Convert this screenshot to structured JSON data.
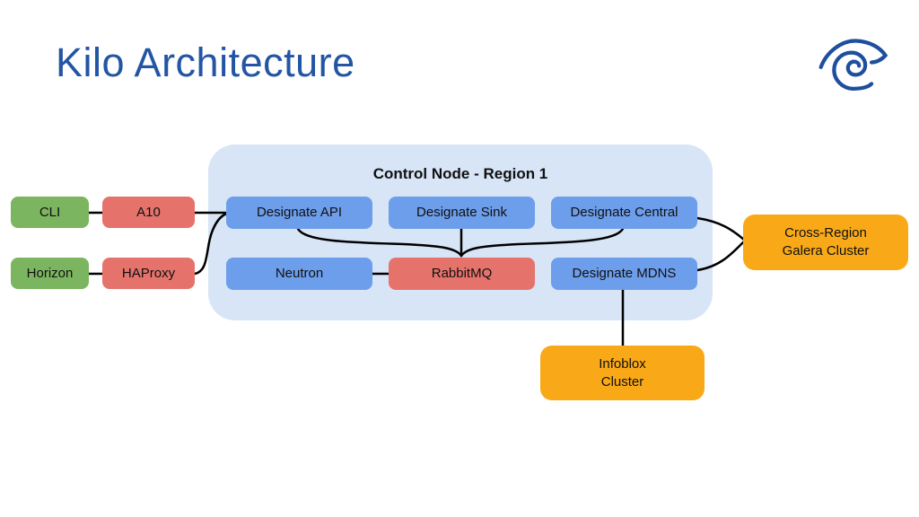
{
  "slide": {
    "title": "Kilo Architecture"
  },
  "logo": {
    "name": "twc-eye-logo",
    "color": "#1E4F9F"
  },
  "colors": {
    "title_text": "#2355A4",
    "container_fill": "#D8E5F6",
    "node_blue": "#6D9EEB",
    "node_green": "#7CB55F",
    "node_red": "#E5736B",
    "node_orange": "#F9A918",
    "edge_line": "#000000",
    "label_text": "#101010"
  },
  "container": {
    "label": "Control Node - Region 1"
  },
  "nodes": {
    "cli": {
      "label": "CLI",
      "color": "green"
    },
    "a10": {
      "label": "A10",
      "color": "red"
    },
    "horizon": {
      "label": "Horizon",
      "color": "green"
    },
    "haproxy": {
      "label": "HAProxy",
      "color": "red"
    },
    "designate_api": {
      "label": "Designate API",
      "color": "blue"
    },
    "designate_sink": {
      "label": "Designate Sink",
      "color": "blue"
    },
    "designate_central": {
      "label": "Designate Central",
      "color": "blue"
    },
    "neutron": {
      "label": "Neutron",
      "color": "blue"
    },
    "rabbitmq": {
      "label": "RabbitMQ",
      "color": "red"
    },
    "designate_mdns": {
      "label": "Designate MDNS",
      "color": "blue"
    },
    "galera": {
      "line1": "Cross-Region",
      "line2": "Galera Cluster",
      "color": "orange"
    },
    "infoblox": {
      "line1": "Infoblox",
      "line2": "Cluster",
      "color": "orange"
    }
  },
  "edges": [
    {
      "from": "cli",
      "to": "a10"
    },
    {
      "from": "horizon",
      "to": "haproxy"
    },
    {
      "from": "a10",
      "to": "designate_api"
    },
    {
      "from": "haproxy",
      "to": "designate_api"
    },
    {
      "from": "designate_api",
      "to": "rabbitmq"
    },
    {
      "from": "designate_sink",
      "to": "rabbitmq"
    },
    {
      "from": "designate_central",
      "to": "rabbitmq"
    },
    {
      "from": "neutron",
      "to": "rabbitmq"
    },
    {
      "from": "designate_central",
      "to": "galera"
    },
    {
      "from": "designate_mdns",
      "to": "galera"
    },
    {
      "from": "designate_mdns",
      "to": "infoblox"
    }
  ]
}
